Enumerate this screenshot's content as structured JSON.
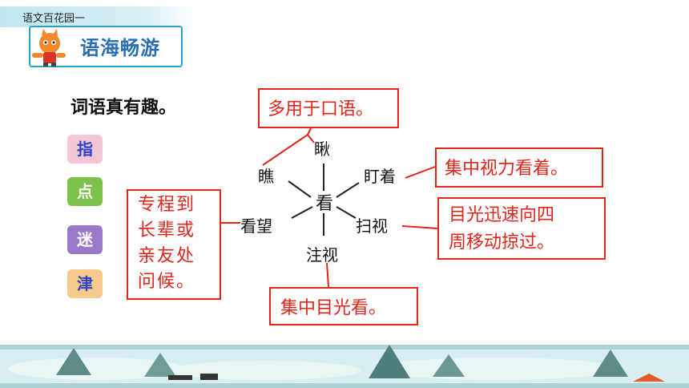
{
  "header": {
    "breadcrumb": "语文百花园一",
    "section_title": "语海畅游"
  },
  "main": {
    "subtitle": "词语真有趣。",
    "side_buttons": [
      "指",
      "点",
      "迷",
      "津"
    ],
    "center_word": "看",
    "words": {
      "top": "瞅",
      "upper_left": "瞧",
      "upper_right": "盯着",
      "left": "看望",
      "right": "扫视",
      "bottom": "注视"
    },
    "notes": {
      "top": "多用于口语。",
      "right_upper": "集中视力看着。",
      "right_lower_line1": "目光迅速向四",
      "right_lower_line2": "周移动掠过。",
      "left_line1": "专程到",
      "left_line2": "长辈或",
      "left_line3": "亲友处",
      "left_line4": "问候。",
      "bottom": "集中目光看。"
    }
  },
  "colors": {
    "accent_red": "#e0251b",
    "title_blue": "#2a6fb0"
  }
}
